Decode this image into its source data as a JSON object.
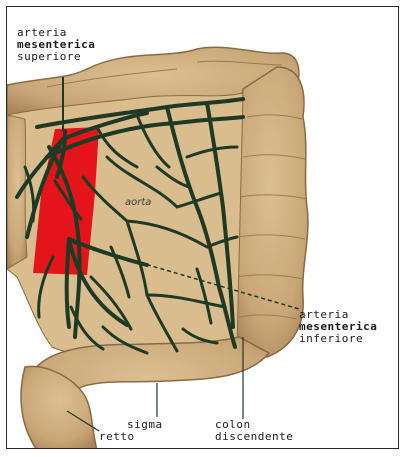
{
  "labels": {
    "sma_line1": "arteria",
    "sma_line2": "mesenterica",
    "sma_line3": "superiore",
    "aorta": "aorta",
    "ima_line1": "arteria",
    "ima_line2": "mesenterica",
    "ima_line3": "inferiore",
    "sigma": "sigma",
    "retto": "retto",
    "colon_line1": "colon",
    "colon_line2": "discendente"
  },
  "colors": {
    "intestine_fill": "#c9a677",
    "intestine_shadow": "#a9845a",
    "vessel": "#1f3a24",
    "aorta": "#e4151a",
    "background": "#ffffff"
  }
}
